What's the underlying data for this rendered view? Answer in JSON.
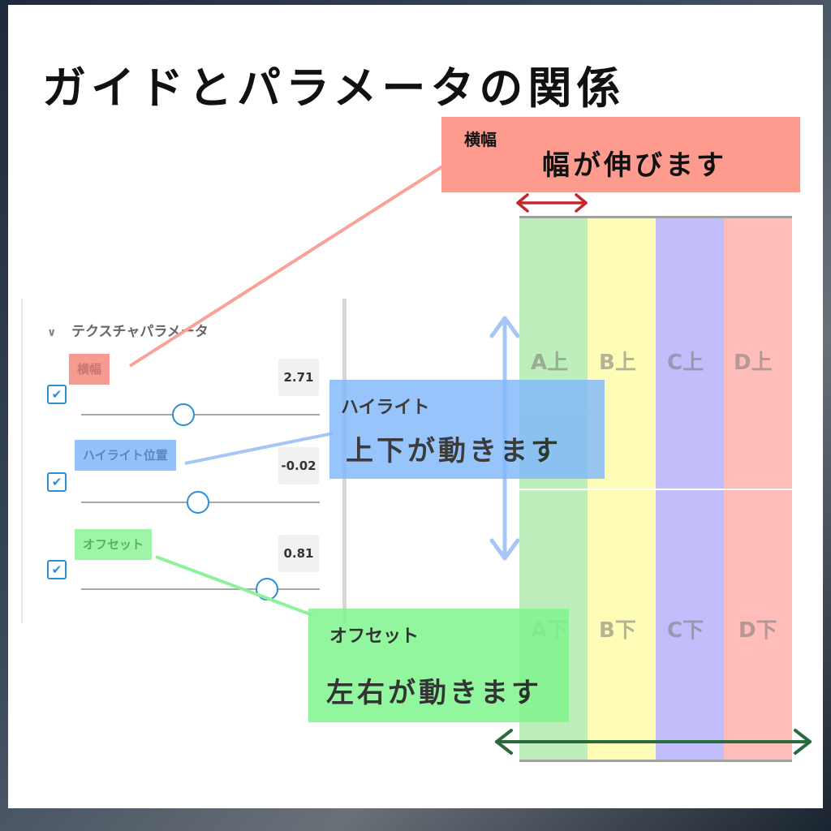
{
  "title": "ガイドとパラメータの関係",
  "stripes": {
    "labels_top": [
      "A上",
      "B上",
      "C上",
      "D上"
    ],
    "labels_bottom": [
      "A下",
      "B下",
      "C下",
      "D下"
    ],
    "colors": [
      "#bdeebb",
      "#fdfdb8",
      "#c2bdfb",
      "#febdb8"
    ]
  },
  "panel": {
    "section_title": "テクスチャパラメータ",
    "chevron_icon": "chevron-down-icon",
    "params": [
      {
        "label": "横幅",
        "value": "2.71",
        "slider_fraction": 0.43,
        "checked": true,
        "tag_color": "#f79a92",
        "tag_text_color": "#c8786f"
      },
      {
        "label": "ハイライト位置",
        "value": "-0.02",
        "slider_fraction": 0.49,
        "checked": true,
        "tag_color": "#94c1f9",
        "tag_text_color": "#5d86bd"
      },
      {
        "label": "オフセット",
        "value": "0.81",
        "slider_fraction": 0.78,
        "checked": true,
        "tag_color": "#9ef4a7",
        "tag_text_color": "#58b062"
      }
    ]
  },
  "callouts": {
    "width": {
      "title": "横幅",
      "desc": "幅が伸びます",
      "color": "#fe9b8f"
    },
    "highlight": {
      "title": "ハイライト",
      "desc": "上下が動きます",
      "color": "#80b8fb"
    },
    "offset": {
      "title": "オフセット",
      "desc": "左右が動きます",
      "color": "#80f58e"
    }
  },
  "arrows": {
    "width_color": "#c2262e",
    "highlight_color": "#a6c7f6",
    "offset_color": "#2a6b3d"
  }
}
